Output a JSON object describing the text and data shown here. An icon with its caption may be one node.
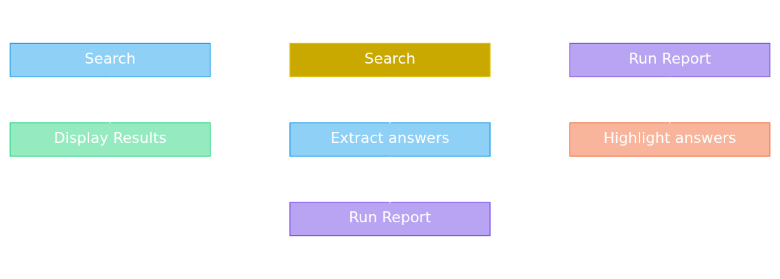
{
  "diagram": {
    "nodes": [
      {
        "text": [
          "Search"
        ]
      },
      {
        "text": [
          "Search"
        ]
      },
      {
        "text": [
          "Run Report"
        ]
      },
      {
        "text": [
          "Display Results"
        ]
      },
      {
        "text": [
          "Extract answers"
        ]
      },
      {
        "text": [
          "Highlight answers"
        ]
      },
      {
        "text": [
          "Run Report"
        ]
      }
    ],
    "edges": [
      {
        "from": 0,
        "to": 3,
        "arrow": "to",
        "color": "#ffffff"
      },
      {
        "from": 1,
        "to": 4,
        "arrow": "to",
        "color": "#ffffff"
      },
      {
        "from": 4,
        "to": 6,
        "arrow": "to",
        "color": "#ffffff"
      },
      {
        "from": 2,
        "to": 5,
        "arrow": "to",
        "color": "#ffffff"
      }
    ]
  }
}
